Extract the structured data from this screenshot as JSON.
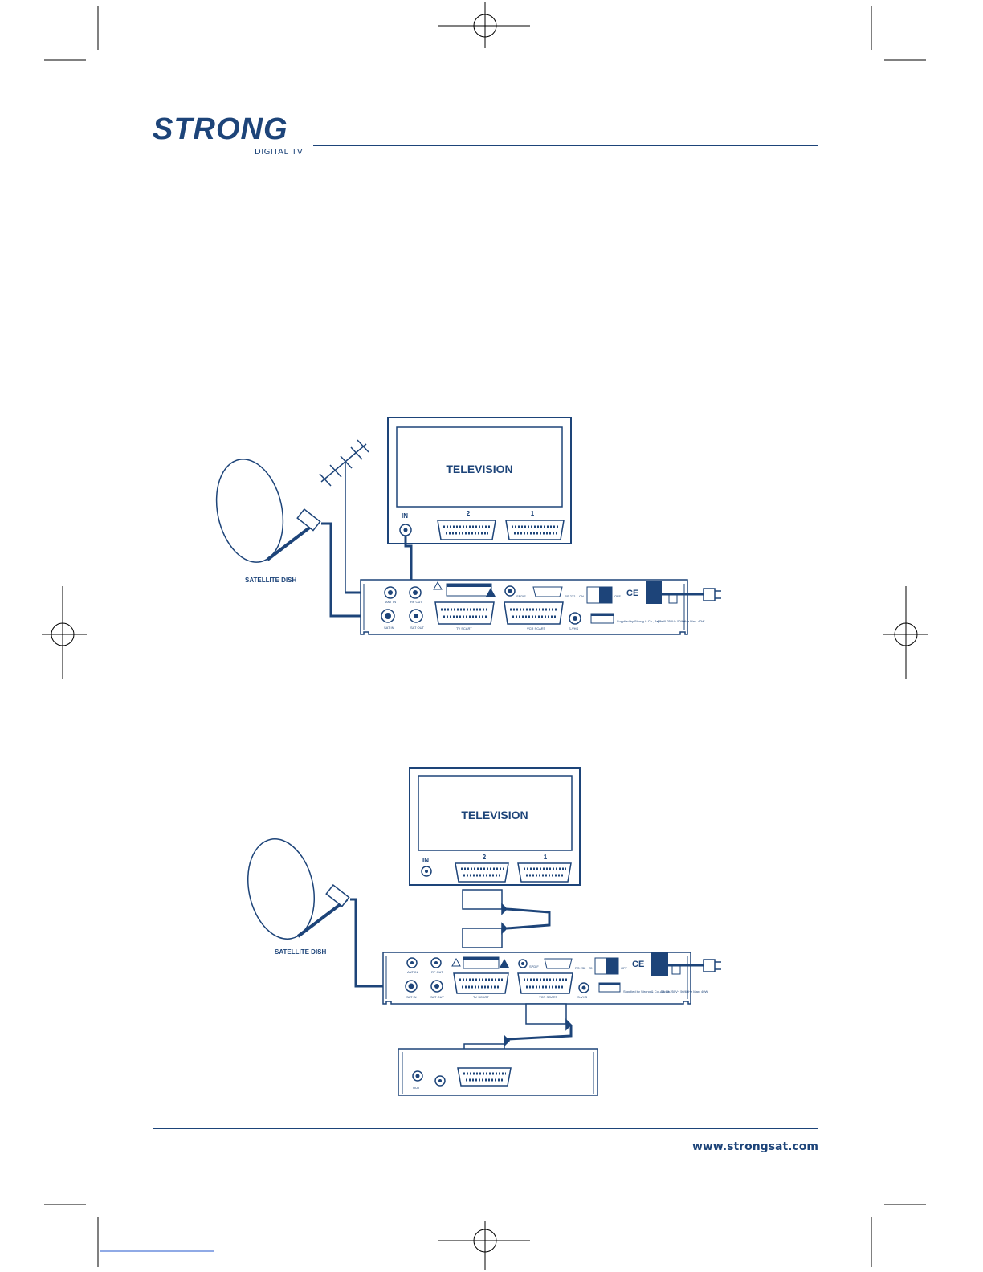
{
  "brand": {
    "name": "STRONG",
    "tagline": "DIGITAL TV"
  },
  "footer": {
    "url": "www.strongsat.com"
  },
  "accent_color": "#1d4479",
  "diagram1": {
    "television_label": "TELEVISION",
    "tv_in_label": "IN",
    "scart_2_label": "2",
    "scart_1_label": "1",
    "dish_label": "SATELLITE DISH",
    "receiver_ports": {
      "ant_in": "ANT IN",
      "rf_out": "RF OUT",
      "sat_in": "SAT IN",
      "sat_out": "SAT OUT",
      "tv_scart": "TV SCART",
      "vcr_scart": "VCR SCART",
      "spdif": "SPDIF",
      "rs232": "RS 232",
      "svhs": "S-VHS",
      "on": "ON",
      "off": "OFF",
      "ce": "CE",
      "supplied_by": "Supplied by Strong & Co., Japan",
      "ac": "AC 90-250V~ 50/60Hz Max. 40W"
    }
  },
  "diagram2": {
    "television_label": "TELEVISION",
    "tv_in_label": "IN",
    "scart_2_label": "2",
    "scart_1_label": "1",
    "dish_label": "SATELLITE DISH",
    "vcr_out_label": "OUT",
    "receiver_ports": {
      "ant_in": "ANT IN",
      "rf_out": "RF OUT",
      "sat_in": "SAT IN",
      "sat_out": "SAT OUT",
      "tv_scart": "TV SCART",
      "vcr_scart": "VCR SCART",
      "spdif": "SPDIF",
      "rs232": "RS 232",
      "svhs": "S-VHS",
      "on": "ON",
      "off": "OFF",
      "ce": "CE",
      "supplied_by": "Supplied by Strong & Co., Japan",
      "ac": "AC 90-250V~ 50/60Hz Max. 40W"
    }
  }
}
